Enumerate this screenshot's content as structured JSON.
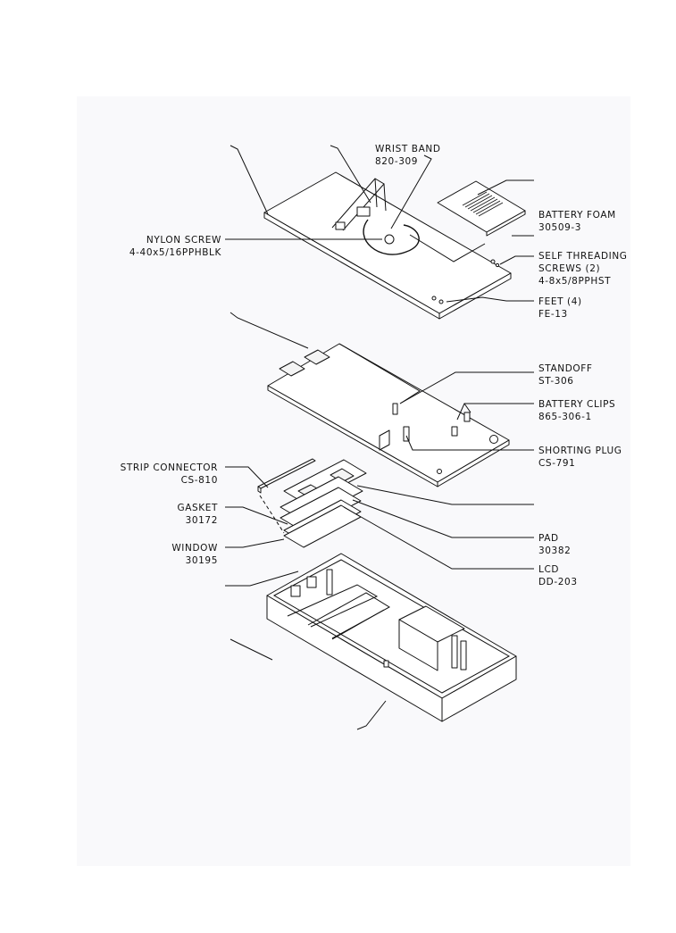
{
  "diagram": {
    "labels": {
      "wrist_band": {
        "name": "WRIST BAND",
        "code": "820-309"
      },
      "battery_foam": {
        "name": "BATTERY FOAM",
        "code": "30509-3"
      },
      "nylon_screw": {
        "name": "NYLON SCREW",
        "code": "4-40x5/16PPHBLK"
      },
      "self_threading_screws": {
        "name": "SELF THREADING",
        "name2": "SCREWS (2)",
        "code": "4-8x5/8PPHST"
      },
      "feet": {
        "name": "FEET (4)",
        "code": "FE-13"
      },
      "standoff": {
        "name": "STANDOFF",
        "code": "ST-306"
      },
      "battery_clips": {
        "name": "BATTERY CLIPS",
        "code": "865-306-1"
      },
      "shorting_plug": {
        "name": "SHORTING PLUG",
        "code": "CS-791"
      },
      "strip_connector": {
        "name": "STRIP CONNECTOR",
        "code": "CS-810"
      },
      "gasket": {
        "name": "GASKET",
        "code": "30172"
      },
      "window": {
        "name": "WINDOW",
        "code": "30195"
      },
      "pad": {
        "name": "PAD",
        "code": "30382"
      },
      "lcd": {
        "name": "LCD",
        "code": "DD-203"
      }
    }
  }
}
